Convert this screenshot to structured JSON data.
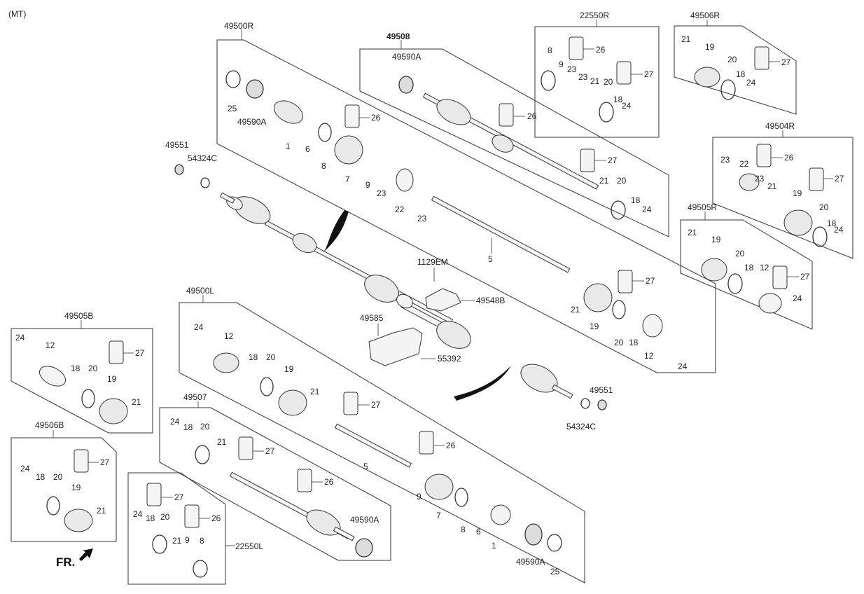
{
  "header": {
    "variant": "(MT)"
  },
  "groups": {
    "g49500R": "49500R",
    "g49508": "49508",
    "g22550R": "22550R",
    "g49506R": "49506R",
    "g49504R": "49504R",
    "g49505R": "49505R",
    "g49500L": "49500L",
    "g49505B": "49505B",
    "g49506B": "49506B",
    "g49507": "49507",
    "g22550L": "22550L"
  },
  "parts": {
    "p1": "1",
    "p5": "5",
    "p6": "6",
    "p7": "7",
    "p8": "8",
    "p9": "9",
    "p12": "12",
    "p18": "18",
    "p19": "19",
    "p20": "20",
    "p21": "21",
    "p22": "22",
    "p23": "23",
    "p24": "24",
    "p25": "25",
    "p26": "26",
    "p27": "27",
    "p49551": "49551",
    "p54324C": "54324C",
    "p49590A": "49590A",
    "p1129EM": "1129EM",
    "p49548B": "49548B",
    "p49585": "49585",
    "p55392": "55392"
  },
  "footer": {
    "direction": "FR."
  }
}
